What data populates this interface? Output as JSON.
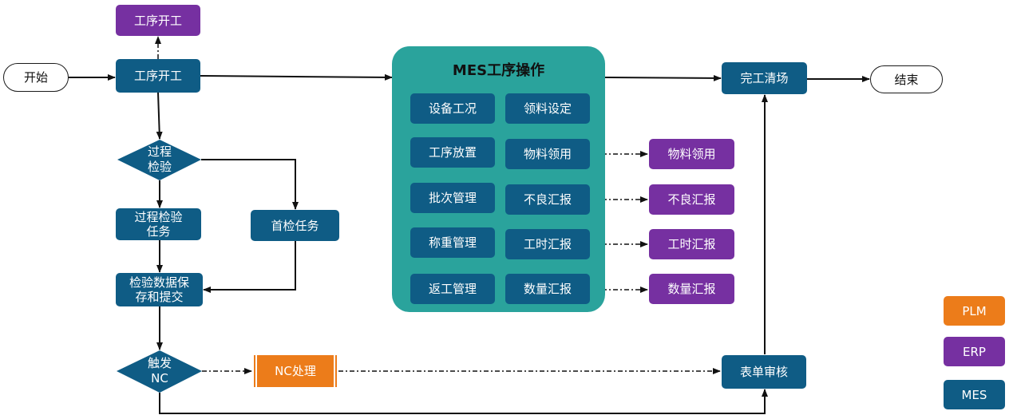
{
  "start": "开始",
  "end": "结束",
  "top_erp_start": "工序开工",
  "mes_start": "工序开工",
  "inspection_decision": {
    "line1": "过程",
    "line2": "检验"
  },
  "process_inspection_task": {
    "line1": "过程检验",
    "line2": "任务"
  },
  "first_inspection_task": "首检任务",
  "save_submit": {
    "line1": "检验数据保",
    "line2": "存和提交"
  },
  "trigger_nc": {
    "line1": "触发",
    "line2": "NC"
  },
  "nc_process": "NC处理",
  "form_review": "表单审核",
  "finish_clear": "完工清场",
  "panel": {
    "title": "MES工序操作",
    "left": [
      "设备工况",
      "工序放置",
      "批次管理",
      "称重管理",
      "返工管理"
    ],
    "right": [
      "领料设定",
      "物料领用",
      "不良汇报",
      "工时汇报",
      "数量汇报"
    ]
  },
  "erp_outputs": [
    "物料领用",
    "不良汇报",
    "工时汇报",
    "数量汇报"
  ],
  "legend": {
    "plm": "PLM",
    "erp": "ERP",
    "mes": "MES"
  },
  "colors": {
    "mes": "#0f5c85",
    "erp": "#7630a1",
    "plm": "#ec7c1a",
    "panel": "#2aa39c"
  }
}
